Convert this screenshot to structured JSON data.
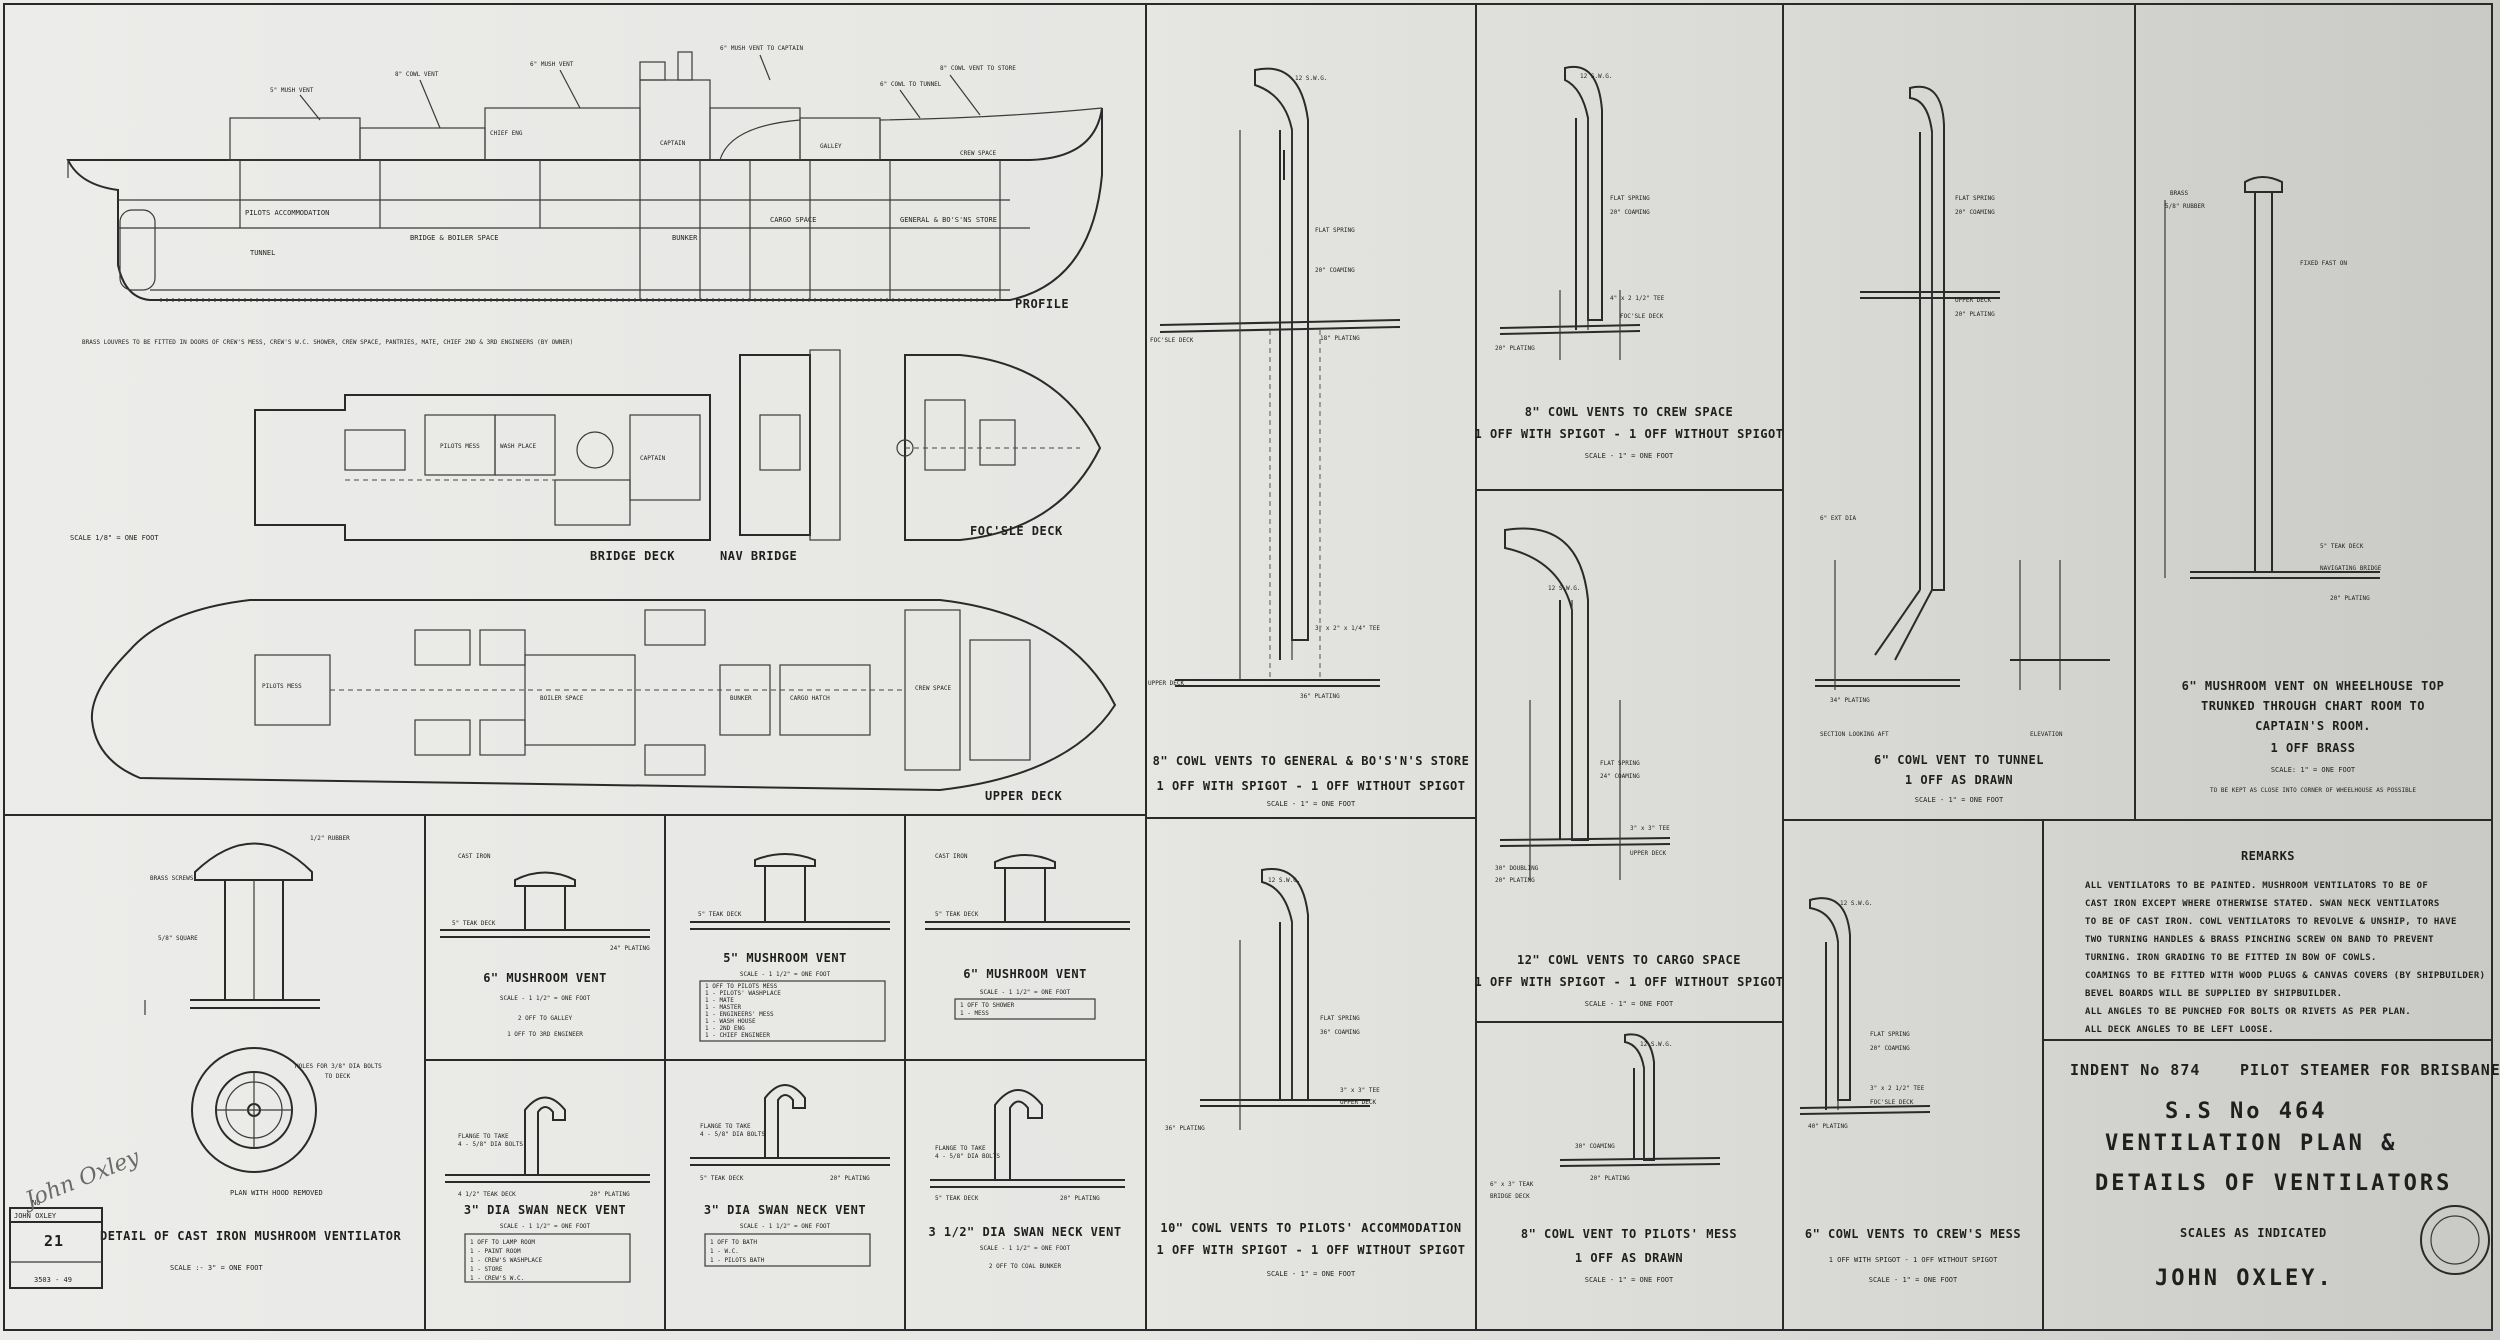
{
  "ship_plan": {
    "profile_label": "PROFILE",
    "bridge_deck_label": "BRIDGE DECK",
    "nav_bridge_label": "NAV BRIDGE",
    "focsle_deck_label": "FOC'SLE DECK",
    "upper_deck_label": "UPPER DECK",
    "scale_label": "SCALE 1/8\" = ONE FOOT",
    "compartments": [
      "BRIDGE & BOILER SPACE",
      "BUNKER",
      "CARGO SPACE",
      "GENERAL & BO'S'NS STORE",
      "TUNNEL",
      "PILOTS ACCOMMODATION",
      "CREW SPACE",
      "CAPTAIN",
      "GALLEY"
    ],
    "note": "BRASS LOUVRES TO BE FITTED IN DOORS OF CREW'S MESS, CREW'S W.C. SHOWER, CREW SPACE, PANTRIES, MATE, CHIEF 2ND & 3RD ENGINEERS (BY OWNER)"
  },
  "details": [
    {
      "title": "8\" COWL VENTS TO GENERAL & BO'S'N'S STORE",
      "line1": "1 OFF WITH SPIGOT - 1 OFF WITHOUT SPIGOT",
      "scale": "SCALE - 1\" = ONE FOOT",
      "labels": [
        "12 S.W.G.",
        "FLAT SPRING",
        "20\" COAMING",
        "3\" x 2\" x 1/4\" TEE",
        "18\" PLATING",
        "FOC'SLE DECK",
        "UPPER DECK",
        "36\" PLATING"
      ]
    },
    {
      "title": "8\" COWL VENTS TO CREW SPACE",
      "line1": "1 OFF WITH SPIGOT - 1 OFF WITHOUT SPIGOT",
      "scale": "SCALE - 1\" = ONE FOOT",
      "labels": [
        "12 S.W.G.",
        "FLAT SPRING",
        "20\" COAMING",
        "4\" x 2 1/2\" TEE",
        "20\" PLATING",
        "FOC'SLE DECK"
      ]
    },
    {
      "title": "6\" COWL VENT TO TUNNEL",
      "line1": "1 OFF AS DRAWN",
      "scale": "SCALE - 1\" = ONE FOOT",
      "labels": [
        "FLAT SPRING",
        "20\" COAMING",
        "UPPER DECK",
        "20\" PLATING",
        "6\" EXT DIA",
        "SECTION LOOKING AFT",
        "ELEVATION",
        "34\" PLATING"
      ]
    },
    {
      "title": "6\" MUSHROOM VENT ON WHEELHOUSE TOP",
      "line1": "TRUNKED THROUGH CHART ROOM TO",
      "line2": "CAPTAIN'S ROOM.",
      "line3": "1 OFF BRASS",
      "scale": "SCALE: 1\" = ONE FOOT",
      "note": "TO BE KEPT AS CLOSE INTO CORNER OF WHEELHOUSE AS POSSIBLE",
      "labels": [
        "BRASS",
        "5/8\" RUBBER",
        "FIXED FAST ON",
        "5\" TEAK DECK",
        "NAVIGATING BRIDGE",
        "20\" PLATING"
      ]
    },
    {
      "title": "12\" COWL VENTS TO CARGO SPACE",
      "line1": "1 OFF WITH SPIGOT - 1 OFF WITHOUT SPIGOT",
      "scale": "SCALE - 1\" = ONE FOOT",
      "labels": [
        "12 S.W.G.",
        "FLAT SPRING",
        "24\" COAMING",
        "3\" x 3\" TEE",
        "UPPER DECK",
        "30\" DOUBLING",
        "20\" PLATING"
      ]
    },
    {
      "title": "10\" COWL VENTS TO PILOTS' ACCOMMODATION",
      "line1": "1 OFF WITH SPIGOT - 1 OFF WITHOUT SPIGOT",
      "scale": "SCALE - 1\" = ONE FOOT",
      "labels": [
        "12 S.W.G.",
        "FLAT SPRING",
        "36\" COAMING",
        "3\" x 3\" TEE",
        "UPPER DECK",
        "36\" PLATING"
      ]
    },
    {
      "title": "8\" COWL VENT TO PILOTS' MESS",
      "line1": "1 OFF AS DRAWN",
      "scale": "SCALE - 1\" = ONE FOOT",
      "labels": [
        "12 S.W.G.",
        "30\" COAMING",
        "6\" x 3\" TEAK",
        "20\" PLATING",
        "BRIDGE DECK"
      ]
    },
    {
      "title": "6\" COWL VENTS TO CREW'S MESS",
      "line1": "1 OFF WITH SPIGOT - 1 OFF WITHOUT SPIGOT",
      "scale": "SCALE - 1\" = ONE FOOT",
      "labels": [
        "12 S.W.G.",
        "FLAT SPRING",
        "20\" COAMING",
        "3\" x 2 1/2\" TEE",
        "FOC'SLE DECK",
        "40\" PLATING"
      ]
    }
  ],
  "small_details": [
    {
      "title": "DETAIL OF CAST IRON MUSHROOM VENTILATOR",
      "scale": "SCALE :- 3\" = ONE FOOT",
      "plan_label": "PLAN WITH HOOD REMOVED",
      "labels": [
        "1/2\" RUBBER",
        "BRASS SCREWS",
        "5/8\" SQUARE",
        "HOLES FOR 3/8\" DIA BOLTS",
        "TO DECK"
      ]
    },
    {
      "title": "6\" MUSHROOM VENT",
      "line1": "2 OFF TO GALLEY",
      "line2": "1 OFF TO 3RD ENGINEER",
      "scale": "SCALE - 1 1/2\" = ONE FOOT",
      "labels": [
        "CAST IRON",
        "5\" TEAK DECK",
        "24\" PLATING"
      ]
    },
    {
      "title": "5\" MUSHROOM VENT",
      "scale": "SCALE - 1 1/2\" = ONE FOOT",
      "labels": [
        "5\" TEAK DECK"
      ],
      "rows": [
        "1 OFF TO PILOTS MESS",
        "1 - PILOTS' WASHPLACE",
        "1 - MATE",
        "1 - MASTER",
        "1 - ENGINEERS' MESS",
        "1 - WASH HOUSE",
        "1 - 2ND ENG",
        "1 - CHIEF ENGINEER"
      ]
    },
    {
      "title": "6\" MUSHROOM VENT",
      "scale": "SCALE - 1 1/2\" = ONE FOOT",
      "labels": [
        "CAST IRON",
        "5\" TEAK DECK"
      ],
      "rows": [
        "1 OFF TO SHOWER",
        "1 - MESS"
      ]
    },
    {
      "title": "3\" DIA SWAN NECK VENT",
      "scale": "SCALE - 1 1/2\" = ONE FOOT",
      "labels": [
        "FLANGE TO TAKE",
        "4 - 5/8\" DIA BOLTS",
        "4 1/2\" TEAK DECK",
        "20\" PLATING"
      ],
      "rows": [
        "1 OFF TO LAMP ROOM",
        "1 - PAINT ROOM",
        "1 - CREW'S WASHPLACE",
        "1 - STORE",
        "1 - CREW'S W.C."
      ]
    },
    {
      "title": "3\" DIA SWAN NECK VENT",
      "scale": "SCALE - 1 1/2\" = ONE FOOT",
      "labels": [
        "FLANGE TO TAKE",
        "4 - 5/8\" DIA BOLTS",
        "5\" TEAK DECK",
        "20\" PLATING"
      ],
      "rows": [
        "1 OFF TO BATH",
        "1 - W.C.",
        "1 - PILOTS BATH"
      ]
    },
    {
      "title": "3 1/2\" DIA SWAN NECK VENT",
      "line1": "2 OFF TO COAL BUNKER",
      "scale": "SCALE - 1 1/2\" = ONE FOOT",
      "labels": [
        "FLANGE TO TAKE",
        "4 - 5/8\" DIA BOLTS",
        "5\" TEAK DECK",
        "20\" PLATING"
      ]
    }
  ],
  "remarks": {
    "heading": "REMARKS",
    "lines": [
      "ALL VENTILATORS TO BE PAINTED.    MUSHROOM VENTILATORS TO BE OF",
      "CAST IRON EXCEPT WHERE OTHERWISE STATED.    SWAN NECK VENTILATORS",
      "TO BE OF CAST IRON.    COWL VENTILATORS TO REVOLVE & UNSHIP, TO HAVE",
      "TWO TURNING HANDLES & BRASS PINCHING SCREW ON BAND TO PREVENT",
      "TURNING.    IRON GRADING TO BE FITTED IN BOW OF COWLS.",
      "COAMINGS TO BE FITTED WITH WOOD PLUGS & CANVAS COVERS (BY SHIPBUILDER)",
      "BEVEL BOARDS WILL BE SUPPLIED BY SHIPBUILDER.",
      "ALL ANGLES TO BE PUNCHED FOR BOLTS OR RIVETS AS PER PLAN.",
      "ALL DECK ANGLES TO BE LEFT LOOSE."
    ]
  },
  "title_block": {
    "indent": "INDENT No 874",
    "vessel": "PILOT STEAMER FOR BRISBANE",
    "ship_number": "S.S No 464",
    "title1": "VENTILATION PLAN &",
    "title2": "DETAILS OF VENTILATORS",
    "scales": "SCALES AS INDICATED",
    "signature": "JOHN OXLEY."
  },
  "sheet_stamp": {
    "name": "JOHN OXLEY",
    "no_label": "No",
    "number": "21",
    "ref": "3503 - 49",
    "handwriting": "John Oxley"
  }
}
